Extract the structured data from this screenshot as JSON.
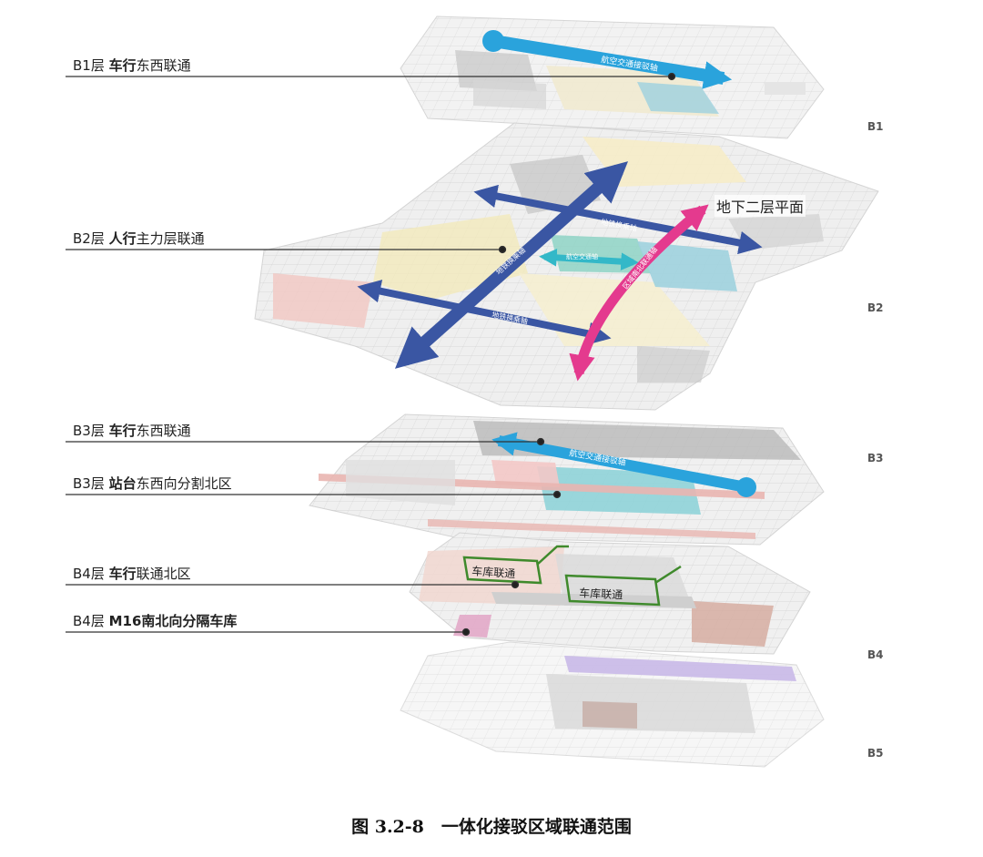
{
  "labels": [
    {
      "prefix": "B1层 ",
      "bold": "车行",
      "suffix": "东西联通"
    },
    {
      "prefix": "B2层 ",
      "bold": "人行",
      "suffix": "主力层联通"
    },
    {
      "prefix": "B3层 ",
      "bold": "车行",
      "suffix": "东西联通"
    },
    {
      "prefix": "B3层 ",
      "bold": "站台",
      "suffix": "东西向分割北区"
    },
    {
      "prefix": "B4层 ",
      "bold": "车行",
      "suffix": "联通北区"
    },
    {
      "prefix": "B4层 ",
      "bold": "M16南北向分隔车库",
      "suffix": ""
    }
  ],
  "levels": [
    "B1",
    "B2",
    "B3",
    "B4",
    "B5"
  ],
  "plane_b2_label": "地下二层平面",
  "arrow_texts": {
    "b1_blue": "航空交通接驳轴",
    "b3_blue": "航空交通接驳轴",
    "b2_pink": "区域南北联通轴",
    "b2_navy_a": "地铁换乘轴",
    "b2_navy_b": "地铁换乘轴",
    "b2_navy_diag": "地铁换乘轴",
    "b2_teal": "航空交通轴"
  },
  "garage_labels": [
    "车库联通",
    "车库联通"
  ],
  "caption": "图 3.2-8　一体化接驳区域联通范围",
  "colors": {
    "sky_arrow": "#2aa3dc",
    "navy_arrow": "#3a56a3",
    "pink_arrow": "#e43a8e",
    "teal_arrow": "#33b8c8",
    "garage_line": "#3f8a2c",
    "platform_teal": "#8fd3d8",
    "pink_strip": "#e9b5b0"
  }
}
